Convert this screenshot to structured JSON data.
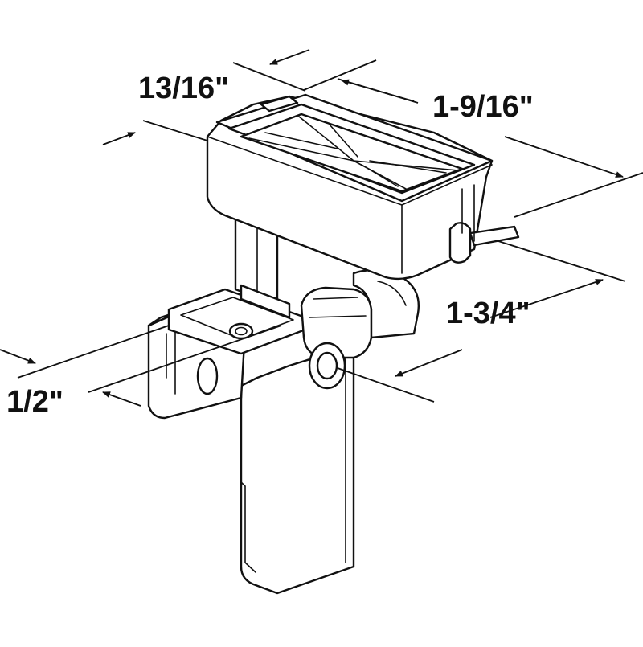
{
  "dimensions": {
    "depth": "13/16\"",
    "width": "1-9/16\"",
    "height": "1-3/4\"",
    "thickness": "1/2\""
  },
  "colors": {
    "line": "#111111",
    "background": "#ffffff"
  }
}
